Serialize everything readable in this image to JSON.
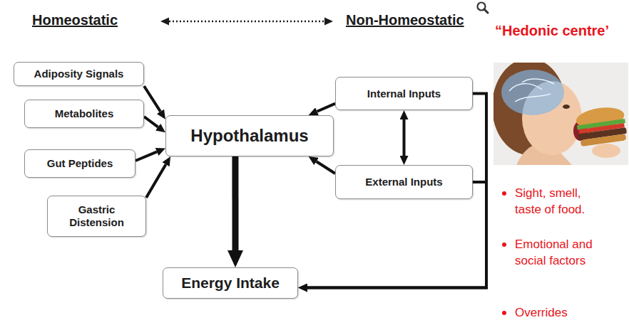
{
  "diagram": {
    "nodes": [
      {
        "text": [
          "Adiposity Signals"
        ]
      },
      {
        "text": [
          "Metabolites"
        ]
      },
      {
        "text": [
          "Gut Peptides"
        ]
      },
      {
        "text": [
          "Gastric Distension"
        ]
      },
      {
        "text": [
          "Hypothalamus"
        ]
      },
      {
        "text": [
          "Internal Inputs"
        ]
      },
      {
        "text": [
          "External Inputs"
        ]
      },
      {
        "text": [
          "Energy Intake"
        ]
      }
    ],
    "edges": [
      {
        "from": 0,
        "to": 4,
        "arrow": "to"
      },
      {
        "from": 1,
        "to": 4,
        "arrow": "to"
      },
      {
        "from": 2,
        "to": 4,
        "arrow": "to"
      },
      {
        "from": 3,
        "to": 4,
        "arrow": "to"
      },
      {
        "from": 5,
        "to": 4,
        "arrow": "to"
      },
      {
        "from": 6,
        "to": 4,
        "arrow": "to"
      },
      {
        "from": 5,
        "to": 6,
        "arrow": "both"
      },
      {
        "from": 4,
        "to": 7,
        "arrow": "to"
      },
      {
        "from": 5,
        "to": 7,
        "arrow": "to"
      },
      {
        "from": 6,
        "to": 7,
        "arrow": "to"
      }
    ],
    "labels": [
      "Homeostatic",
      "Non-Homeostatic",
      "“Hedonic centre’",
      "Sight, smell, taste of food.",
      "Emotional and social factors",
      "Overrides"
    ]
  }
}
